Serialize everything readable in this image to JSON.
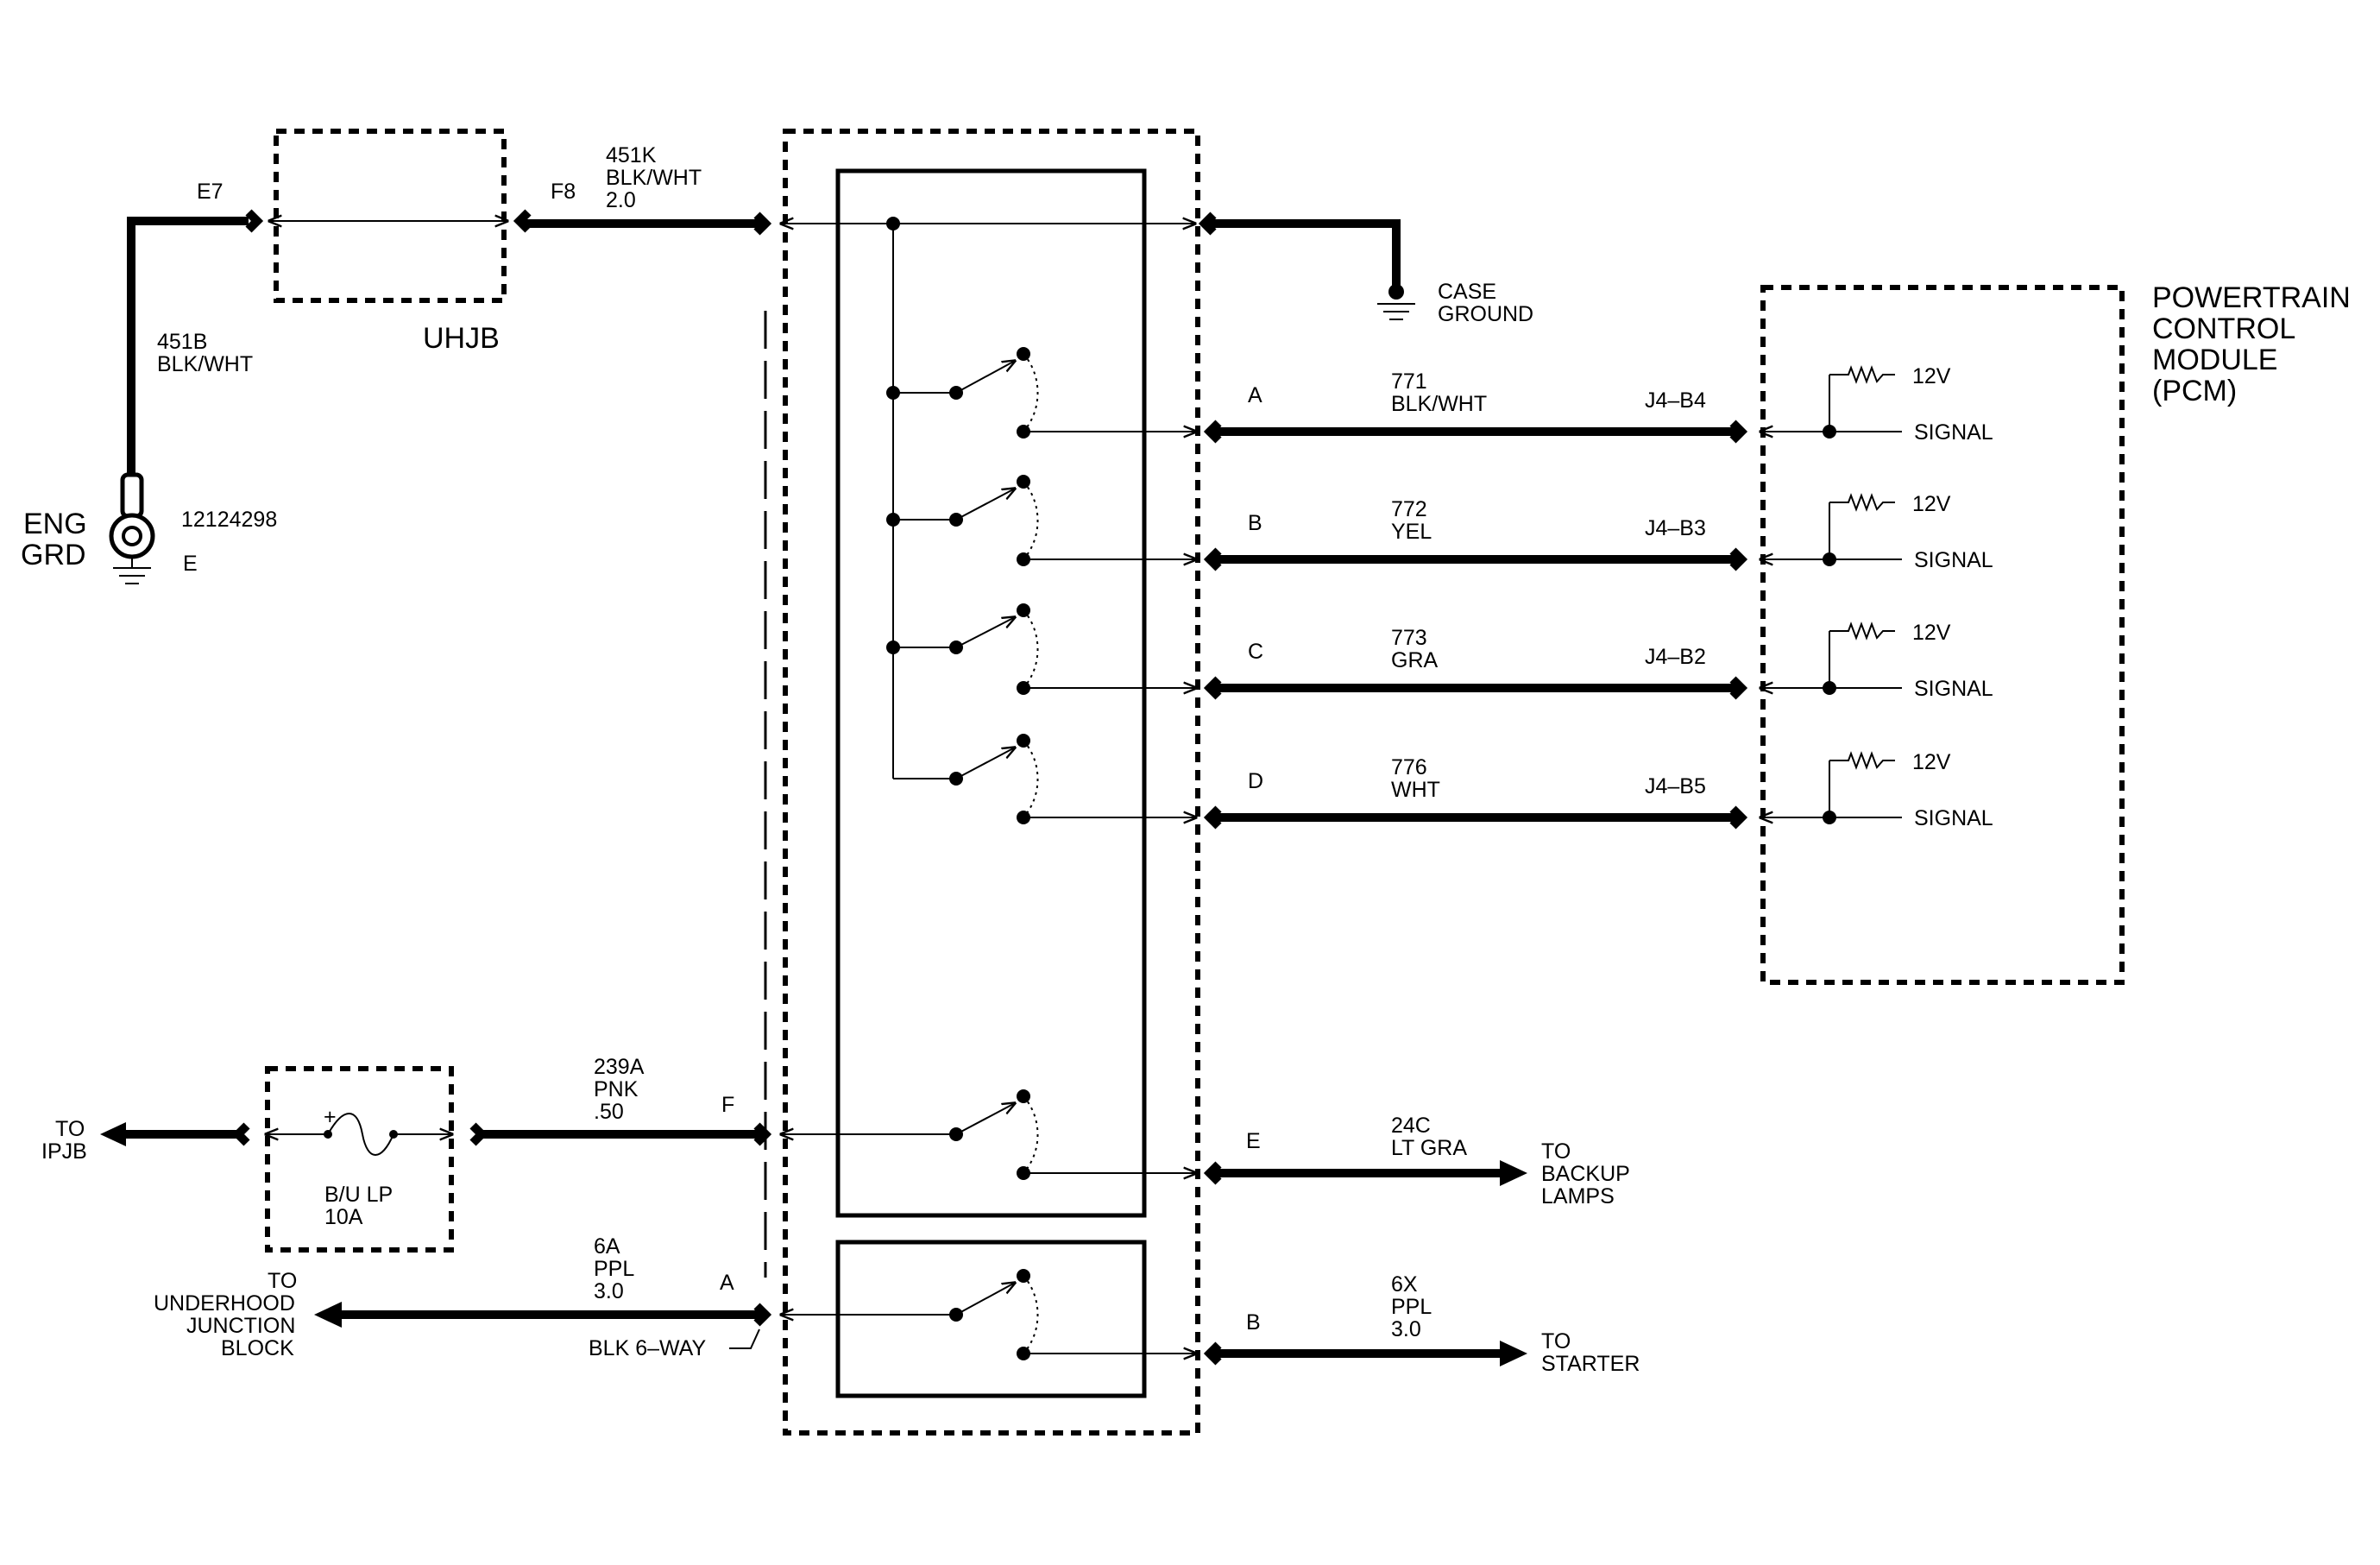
{
  "labels": {
    "e7": "E7",
    "f8": "F8",
    "uhjb": "UHJB",
    "w451k_1": "451K",
    "w451k_2": "BLK/WHT",
    "w451k_3": "2.0",
    "w451b_1": "451B",
    "w451b_2": "BLK/WHT",
    "eng_1": "ENG",
    "eng_2": "GRD",
    "part_no": "12124298",
    "e_term": "E",
    "case_1": "CASE",
    "case_2": "GROUND",
    "pcm_1": "POWERTRAIN",
    "pcm_2": "CONTROL",
    "pcm_3": "MODULE",
    "pcm_4": "(PCM)",
    "to_ipjb_1": "TO",
    "to_ipjb_2": "IPJB",
    "fuse_1": "B/U LP",
    "fuse_2": "10A",
    "fuse_plus": "+",
    "w239a_1": "239A",
    "w239a_2": "PNK",
    "w239a_3": ".50",
    "pin_f": "F",
    "w6a_1": "6A",
    "w6a_2": "PPL",
    "w6a_3": "3.0",
    "pin_a": "A",
    "blk6": "BLK 6–WAY",
    "uhj_1": "TO",
    "uhj_2": "UNDERHOOD",
    "uhj_3": "JUNCTION",
    "uhj_4": "BLOCK",
    "out_e_pin": "E",
    "w24c_1": "24C",
    "w24c_2": "LT GRA",
    "backup_1": "TO",
    "backup_2": "BACKUP",
    "backup_3": "LAMPS",
    "out_b_pin": "B",
    "w6x_1": "6X",
    "w6x_2": "PPL",
    "w6x_3": "3.0",
    "starter_1": "TO",
    "starter_2": "STARTER"
  },
  "signal_rows": [
    {
      "pin": "A",
      "circuit": "771",
      "color": "BLK/WHT",
      "pcm_pin": "J4–B4",
      "supply": "12V",
      "signal": "SIGNAL"
    },
    {
      "pin": "B",
      "circuit": "772",
      "color": "YEL",
      "pcm_pin": "J4–B3",
      "supply": "12V",
      "signal": "SIGNAL"
    },
    {
      "pin": "C",
      "circuit": "773",
      "color": "GRA",
      "pcm_pin": "J4–B2",
      "supply": "12V",
      "signal": "SIGNAL"
    },
    {
      "pin": "D",
      "circuit": "776",
      "color": "WHT",
      "pcm_pin": "J4–B5",
      "supply": "12V",
      "signal": "SIGNAL"
    }
  ]
}
